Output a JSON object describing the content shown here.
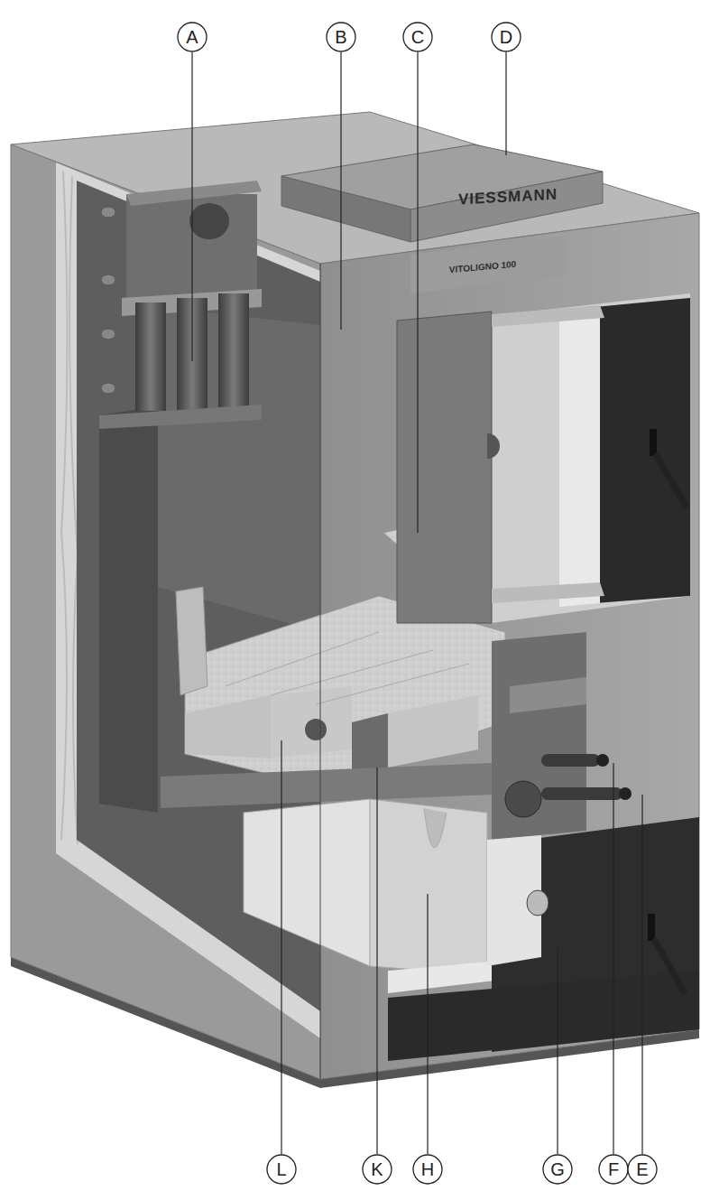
{
  "diagram": {
    "labels": [
      "A",
      "B",
      "C",
      "D",
      "VIESSMANN",
      "VITOLIGNO 100",
      "L",
      "K",
      "H",
      "G",
      "F",
      "E"
    ]
  }
}
